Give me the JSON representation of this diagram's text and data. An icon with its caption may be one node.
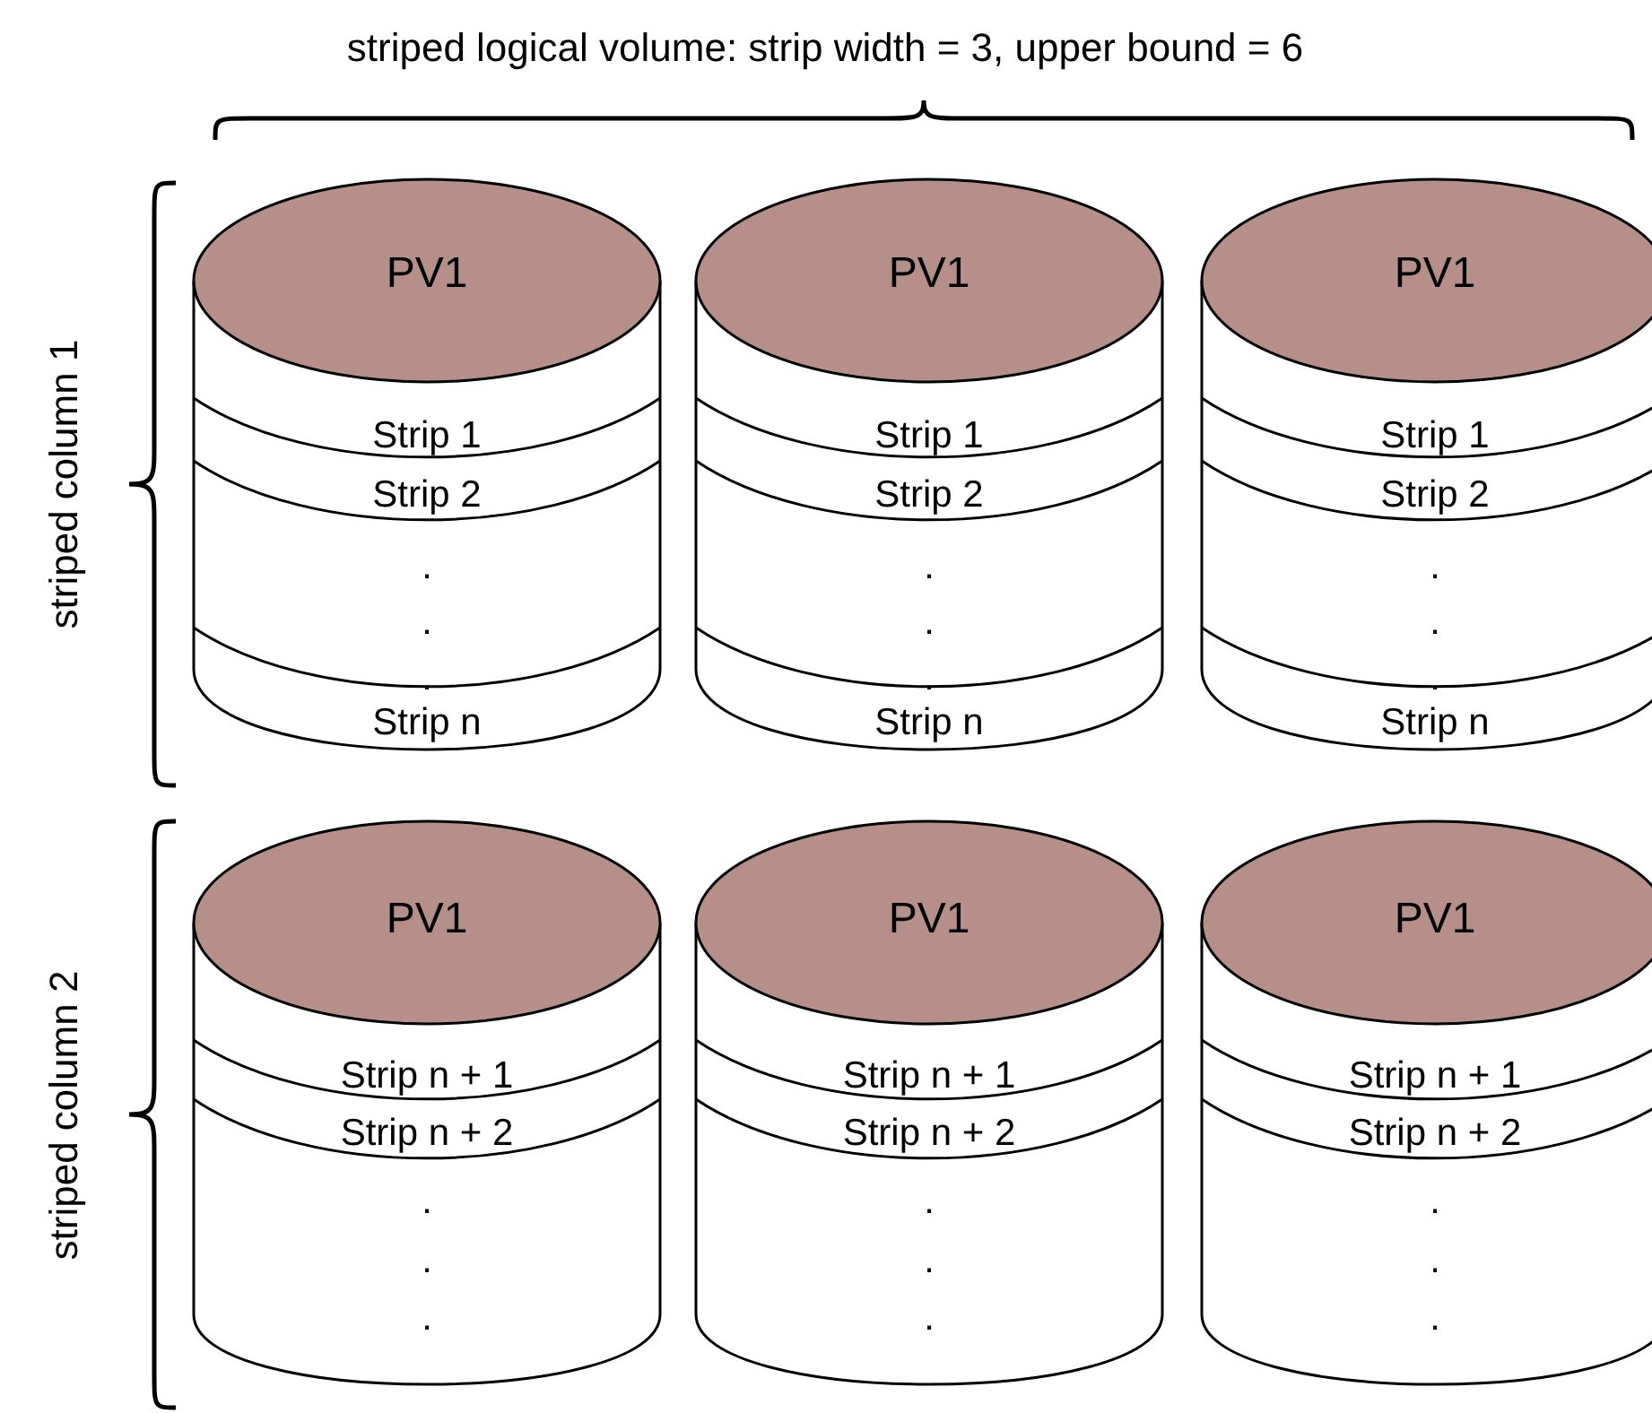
{
  "diagram": {
    "title": "striped logical volume: strip width = 3, upper bound = 6",
    "nodes": [
      {
        "text": [
          "PV1",
          "Strip 1",
          "Strip 2",
          ".",
          ".",
          ".",
          "Strip n"
        ]
      },
      {
        "text": [
          "PV1",
          "Strip 1",
          "Strip 2",
          ".",
          ".",
          ".",
          "Strip n"
        ]
      },
      {
        "text": [
          "PV1",
          "Strip 1",
          "Strip 2",
          ".",
          ".",
          ".",
          "Strip n"
        ]
      },
      {
        "text": [
          "PV1",
          "Strip n + 1",
          "Strip n + 2",
          ".",
          ".",
          "."
        ]
      },
      {
        "text": [
          "PV1",
          "Strip n + 1",
          "Strip n + 2",
          ".",
          ".",
          "."
        ]
      },
      {
        "text": [
          "PV1",
          "Strip n + 1",
          "Strip n + 2",
          ".",
          ".",
          "."
        ]
      }
    ],
    "labels": [
      "striped column 1",
      "striped column 2"
    ]
  }
}
